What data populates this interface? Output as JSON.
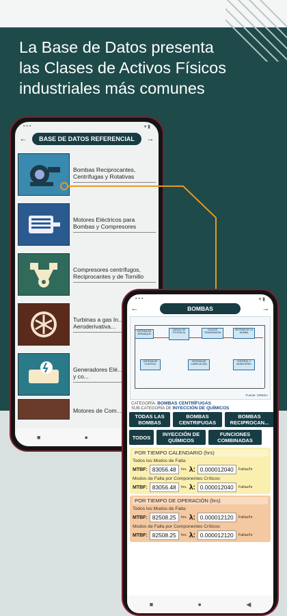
{
  "headline": [
    "La Base de Datos presenta",
    "las Clases de Activos Físicos",
    "industriales más comunes"
  ],
  "phone1": {
    "header_title": "BASE DE DATOS REFERENCIAL",
    "categories": [
      {
        "label": "Bombas Reciprocantes, Centrífugas y Rotativas",
        "icon": "pump-icon",
        "color": "#3a8ab0"
      },
      {
        "label": "Motores Eléctricos para Bombas y Compresores",
        "icon": "motor-icon",
        "color": "#2a5a90"
      },
      {
        "label": "Compresores centrífugos, Reciprocantes y de Tornillo",
        "icon": "compressor-icon",
        "color": "#2f6a5a"
      },
      {
        "label": "Turbinas a gas In... y Aeroderivativa...",
        "icon": "turbine-icon",
        "color": "#5a2a1a"
      },
      {
        "label": "Generadores Elé... con Turbina y co...",
        "icon": "generator-icon",
        "color": "#2a7a8a"
      },
      {
        "label": "Motores de Com...",
        "icon": "engine-icon",
        "color": "#6a3a2a"
      }
    ]
  },
  "phone2": {
    "header_title": "BOMBAS",
    "categoria_label": "CATEGORÍA:",
    "categoria_value": "BOMBAS CENTRÍFUGAS",
    "subcategoria_label": "SUB-CATEGORÍA DE",
    "subcategoria_value": "INYECCIÓN DE QUÍMICOS",
    "row1": [
      "TODAS LAS BOMBAS",
      "BOMBAS CENTRIFUGAS",
      "BOMBAS RECIPROCAN..."
    ],
    "row2": [
      "TODOS",
      "INYECCIÓN DE QUÍMICOS",
      "FUNCIONES COMBINADAS"
    ],
    "calendar": {
      "title": "POR TIEMPO CALENDARIO (hrs)",
      "all_modes": "Todos los Modos de Falla:",
      "mtbf1": "83056.48",
      "lambda1": "0.000012040",
      "critical": "Modos de Falla por Componentes Críticos:",
      "mtbf2": "83056.48",
      "lambda2": "0.000012040"
    },
    "operation": {
      "title": "POR TIEMPO DE OPERACIÓN (hrs)",
      "all_modes": "Todos los Modos de Falla:",
      "mtbf1": "82508.25",
      "lambda1": "0.000012120",
      "critical": "Modos de Falla por Componentes Críticos:",
      "mtbf2": "82508.25",
      "lambda2": "0.000012120"
    },
    "mtbf_label": "MTBF:",
    "hrs_unit": "hrs.",
    "lambda_label": "λ:",
    "fail_unit": "Fallas/hr",
    "diagram": {
      "fuente": "Fuente: OREDA",
      "boxes": [
        "SISTEMA DE ARRANQUE",
        "UNIDAD DE POTENCIA",
        "CAJA DE TRANSMISIÓN",
        "SISTEMA DE LA BOMBA",
        "SISTEMA DE CONTROL",
        "SISTEMA DE LUBRICACIÓN",
        "CONTROL Y MONITOREO"
      ]
    }
  },
  "nav": {
    "back": "◀",
    "home": "●",
    "recent": "■"
  },
  "colors": {
    "dark_band": "#1f4a4a",
    "accent": "#e69a1e",
    "pill": "#173c44"
  }
}
